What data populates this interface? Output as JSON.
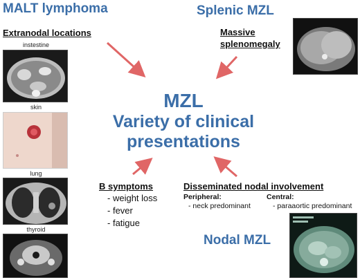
{
  "titles": {
    "malt": "MALT lymphoma",
    "splenic": "Splenic MZL",
    "nodal": "Nodal MZL"
  },
  "center": {
    "line1": "MZL",
    "line2": "Variety of clinical",
    "line3": "presentations"
  },
  "extranodal": {
    "heading": "Extranodal locations",
    "captions": [
      "instestine",
      "skin",
      "lung",
      "thyroid"
    ]
  },
  "splenic_block": {
    "line1": "Massive",
    "line2": "splenomegaly"
  },
  "b_symptoms": {
    "heading": "B symptoms",
    "items": [
      "weight loss",
      "fever",
      "fatigue"
    ]
  },
  "nodal_block": {
    "heading": "Disseminated nodal involvement",
    "peripheral_label": "Peripheral:",
    "peripheral_item": "- neck predominant",
    "central_label": "Central:",
    "central_item": "- paraaortic predominant"
  },
  "colors": {
    "title_blue": "#3b6ea8",
    "arrow_red": "#e06666"
  }
}
